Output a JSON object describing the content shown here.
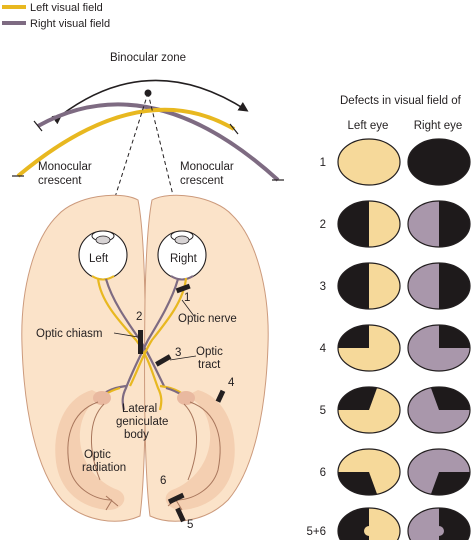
{
  "legend": {
    "left_label": "Left visual field",
    "right_label": "Right visual field"
  },
  "labels": {
    "binocular_zone": "Binocular zone",
    "monocular_left_1": "Monocular",
    "monocular_left_2": "crescent",
    "monocular_right_1": "Monocular",
    "monocular_right_2": "crescent",
    "eye_left": "Left",
    "eye_right": "Right",
    "optic_nerve": "Optic nerve",
    "optic_chiasm": "Optic chiasm",
    "optic_tract_1": "Optic",
    "optic_tract_2": "tract",
    "lgn_1": "Lateral",
    "lgn_2": "geniculate",
    "lgn_3": "body",
    "radiation_1": "Optic",
    "radiation_2": "radiation"
  },
  "lesions": [
    "1",
    "2",
    "3",
    "4",
    "5",
    "6"
  ],
  "defects": {
    "title": "Defects in visual field of",
    "left_eye": "Left eye",
    "right_eye": "Right eye",
    "rows": [
      {
        "label": "1"
      },
      {
        "label": "2"
      },
      {
        "label": "3"
      },
      {
        "label": "4"
      },
      {
        "label": "5"
      },
      {
        "label": "6"
      },
      {
        "label": "5+6"
      }
    ]
  },
  "colors": {
    "left_field": "#e8b820",
    "right_field": "#7e6b82",
    "seen_left": "#f6d99a",
    "seen_right": "#a997ab",
    "blind": "#1e1a1b",
    "brain": "#fbe3c9",
    "brain_outline": "#cc9a7c"
  }
}
